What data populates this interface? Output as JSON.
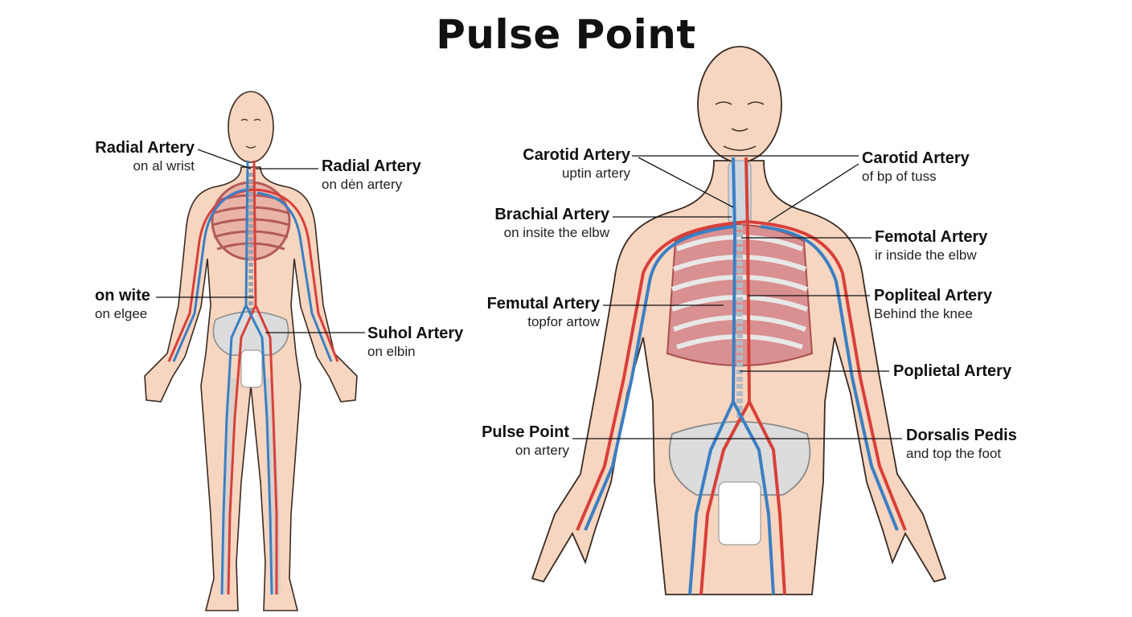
{
  "title": "Pulse Point",
  "colors": {
    "skin": "#f6d6c0",
    "outline": "#3a2a22",
    "artery": "#d8403a",
    "vein": "#3b7fc4",
    "ribs": "#c66a6a",
    "bone": "#cfcfcf"
  },
  "left_figure": {
    "labels": [
      {
        "title": "Radial Artery",
        "sub": "on al wrist"
      },
      {
        "title": "Radial Artery",
        "sub": "on dėn artery"
      },
      {
        "title": "on wite",
        "sub": "on elgee"
      },
      {
        "title": "Suhol Artery",
        "sub": "on elbin"
      }
    ]
  },
  "right_figure": {
    "labels": [
      {
        "title": "Carotid Artery",
        "sub": "uptin artery"
      },
      {
        "title": "Carotid Artery",
        "sub": "of bp of tuss"
      },
      {
        "title": "Brachial Artery",
        "sub": "on insite the elbw"
      },
      {
        "title": "Femotal Artery",
        "sub": "ir inside the elbw"
      },
      {
        "title": "Femutal Artery",
        "sub": "topfor artow"
      },
      {
        "title": "Popliteal Artery",
        "sub": "Behind the knee"
      },
      {
        "title": "Poplietal Artery",
        "sub": ""
      },
      {
        "title": "Pulse Point",
        "sub": "on artery"
      },
      {
        "title": "Dorsalis Pedis",
        "sub": "and top the foot"
      }
    ]
  }
}
